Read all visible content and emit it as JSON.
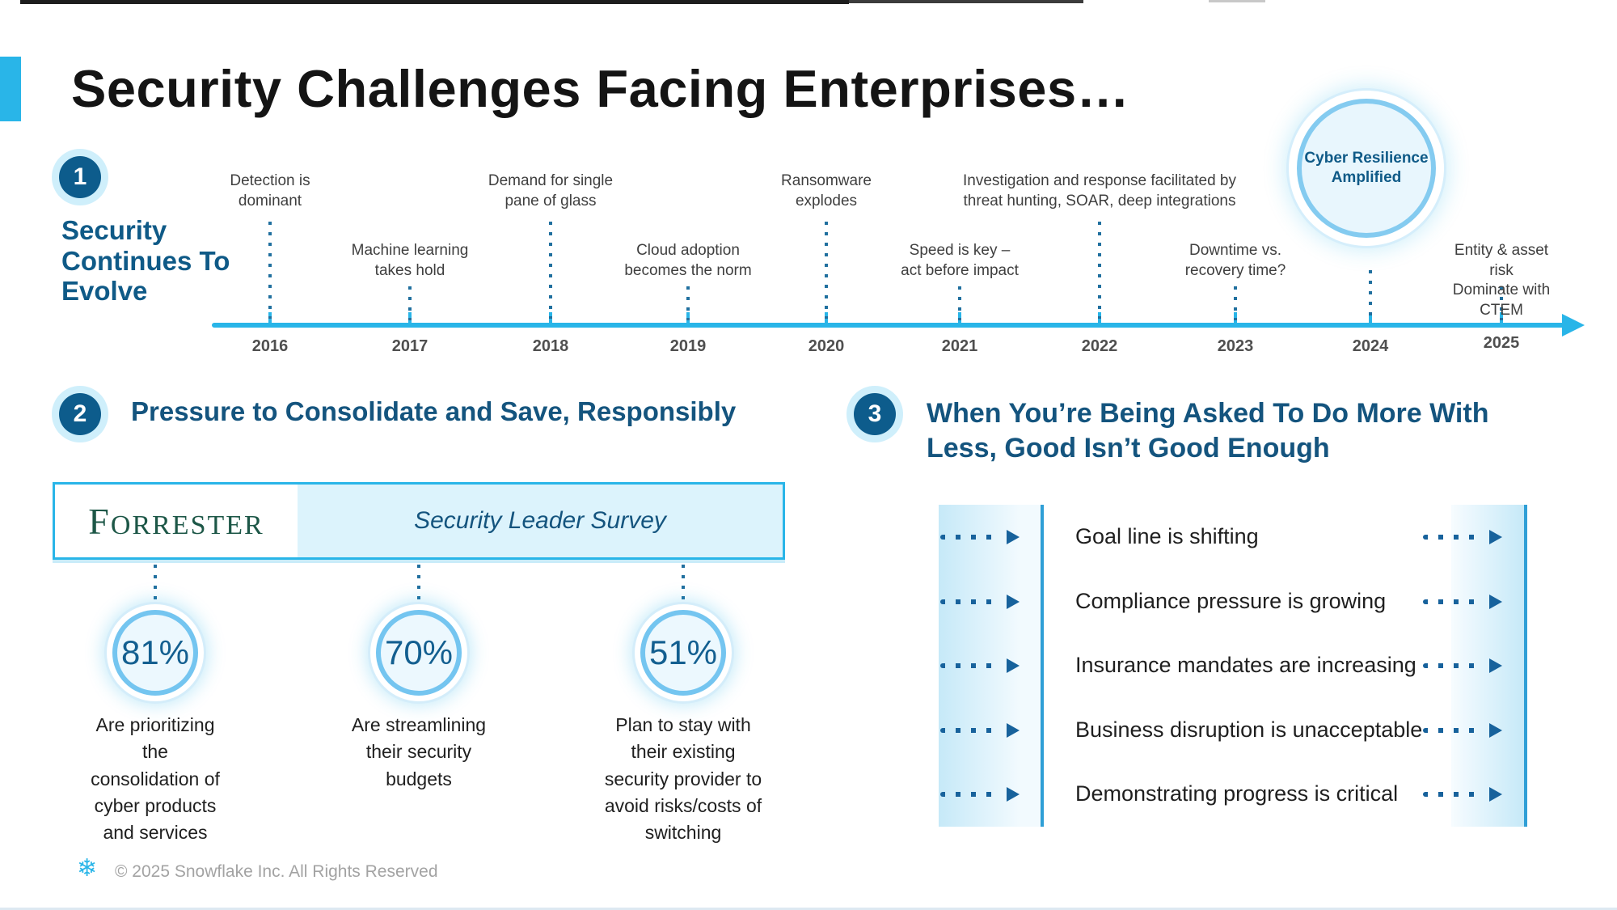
{
  "slide": {
    "title": "Security Challenges Facing Enterprises…",
    "footer": {
      "logo_icon": "snowflake-icon",
      "copyright": "© 2025 Snowflake Inc. All Rights Reserved"
    },
    "colors": {
      "accent_cyan": "#29b5e8",
      "heading_blue": "#14547e",
      "badge_blue": "#0d5c8c",
      "arrow_blue": "#17629c",
      "forrester_green": "#1d5747",
      "light_cyan_fill": "#dcf3fc"
    }
  },
  "sections": {
    "evolve": {
      "number": "1",
      "heading": "Security Continues To Evolve",
      "timeline": {
        "years": [
          "2016",
          "2017",
          "2018",
          "2019",
          "2020",
          "2021",
          "2022",
          "2023",
          "2024",
          "2025"
        ],
        "milestones": [
          {
            "year": "2016",
            "label": "Detection is\ndominant"
          },
          {
            "year": "2017",
            "label": "Machine learning\ntakes hold"
          },
          {
            "year": "2018",
            "label": "Demand for single\npane of glass"
          },
          {
            "year": "2019",
            "label": "Cloud adoption\nbecomes the norm"
          },
          {
            "year": "2020",
            "label": "Ransomware\nexplodes"
          },
          {
            "year": "2021",
            "label": "Speed is key –\nact before impact"
          },
          {
            "year": "2022",
            "label": "Investigation and response facilitated by\nthreat hunting, SOAR, deep integrations"
          },
          {
            "year": "2023",
            "label": "Downtime vs.\nrecovery time?"
          },
          {
            "year": "2024",
            "label": "Cyber Resilience\nAmplified"
          },
          {
            "year": "2025",
            "label": "Entity & asset risk\nDominate with CTEM"
          }
        ]
      }
    },
    "consolidate": {
      "number": "2",
      "heading": "Pressure to Consolidate and Save, Responsibly",
      "survey": {
        "brand": "FORRESTER",
        "title": "Security Leader Survey"
      },
      "stats": [
        {
          "value": "81%",
          "caption": "Are prioritizing\nthe\nconsolidation of\ncyber products\nand services"
        },
        {
          "value": "70%",
          "caption": "Are streamlining\ntheir security\nbudgets"
        },
        {
          "value": "51%",
          "caption": "Plan to stay with\ntheir existing\nsecurity provider to\navoid risks/costs of\nswitching"
        }
      ]
    },
    "do_more": {
      "number": "3",
      "heading": "When You’re Being Asked To Do More With\nLess, Good Isn’t Good Enough",
      "items": [
        "Goal line is shifting",
        "Compliance pressure is growing",
        "Insurance mandates are increasing",
        "Business disruption is unacceptable",
        "Demonstrating progress is critical"
      ]
    }
  }
}
